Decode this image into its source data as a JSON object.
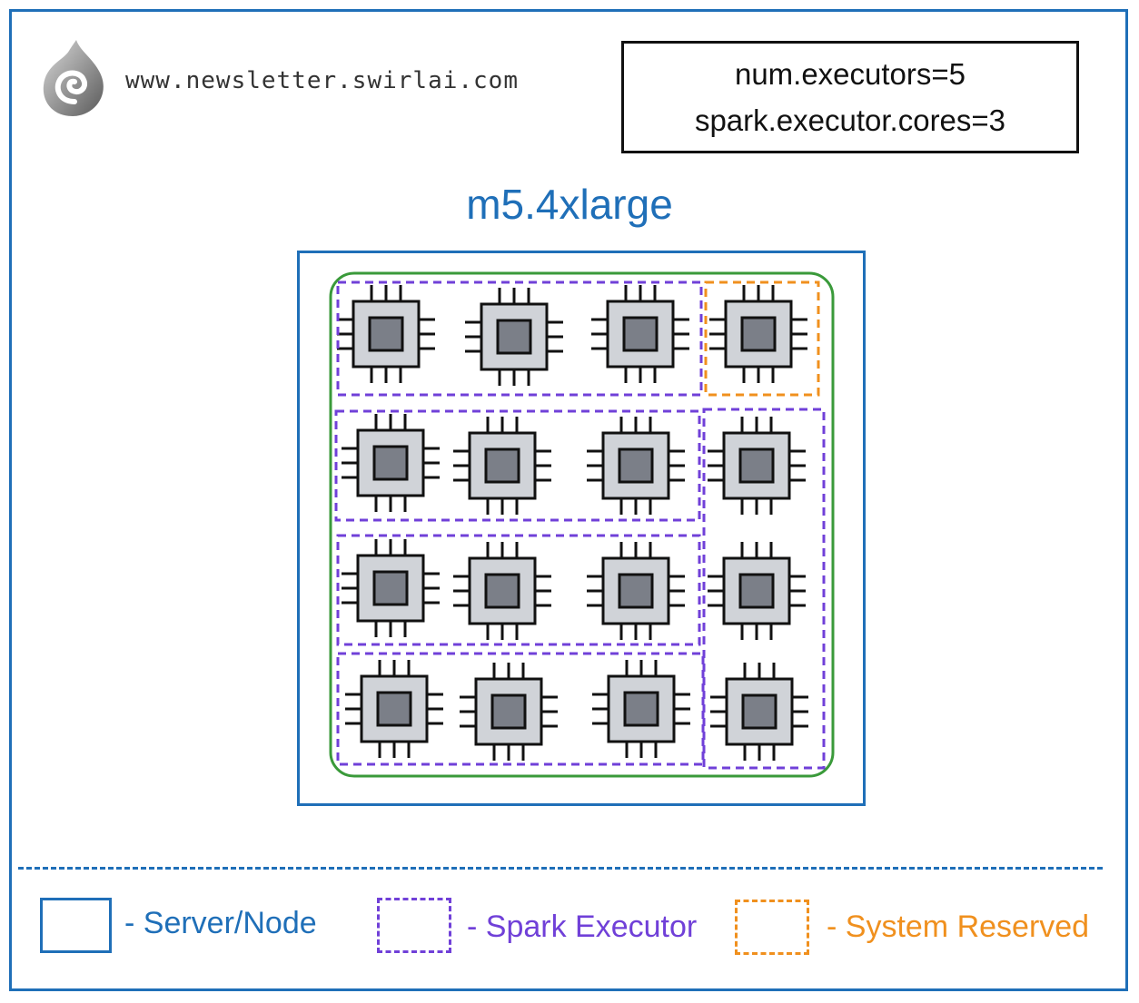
{
  "header": {
    "url": "www.newsletter.swirlai.com",
    "logo_icon": "swirl-logo-icon"
  },
  "config": {
    "line1": "num.executors=5",
    "line2": "spark.executor.cores=3"
  },
  "instance_type": "m5.4xlarge",
  "node": {
    "cores_total": 16,
    "executors": 5,
    "cores_per_executor": 3,
    "system_reserved_cores": 1,
    "core_icon": "cpu-chip-icon"
  },
  "legend": {
    "server_node": "- Server/Node",
    "spark_executor": "- Spark Executor",
    "system_reserved": "- System Reserved"
  },
  "colors": {
    "server_node": "#1f6fb8",
    "spark_executor": "#7040d8",
    "system_reserved": "#f0901e",
    "core_group": "#3a9a3a",
    "chip_body": "#d0d3d8",
    "chip_die": "#7b7f88"
  }
}
